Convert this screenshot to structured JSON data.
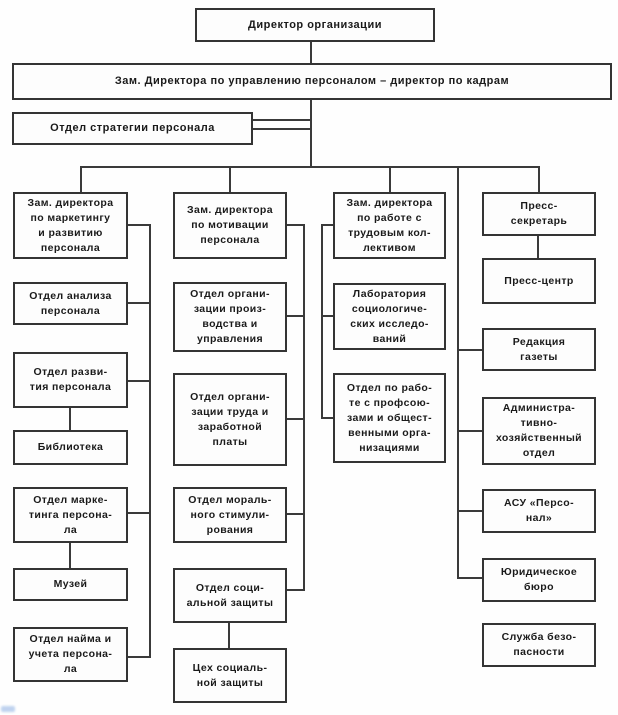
{
  "diagram": {
    "type": "org-chart",
    "language": "ru",
    "line_color": "#3a3a3a",
    "box_border_color": "#343434",
    "background": "#ffffff"
  },
  "nodes": {
    "director": "Директор организации",
    "deputy_hr": "Зам. Директора по управлению персоналом – директор по кадрам",
    "strategy_dept": "Отдел стратегии персонала",
    "marketing_head": [
      "Зам. директора",
      "по маркетингу",
      "и развитию",
      "персонала"
    ],
    "analysis_dept": [
      "Отдел анализа",
      "персонала"
    ],
    "development_dept": [
      "Отдел разви-",
      "тия персонала"
    ],
    "library": "Библиотека",
    "marketing_dept": [
      "Отдел марке-",
      "тинга персона-",
      "ла"
    ],
    "museum": "Музей",
    "hiring_dept": [
      "Отдел найма и",
      "учета персона-",
      "ла"
    ],
    "motivation_head": [
      "Зам. директора",
      "по мотивации",
      "персонала"
    ],
    "org_production_dept": [
      "Отдел органи-",
      "зации произ-",
      "водства и",
      "управления"
    ],
    "org_labor_dept": [
      "Отдел органи-",
      "зации труда и",
      "заработной",
      "платы"
    ],
    "moral_dept": [
      "Отдел мораль-",
      "ного стимули-",
      "рования"
    ],
    "social_dept": [
      "Отдел соци-",
      "альной защиты"
    ],
    "social_shop": [
      "Цех социаль-",
      "ной защиты"
    ],
    "labor_collective_head": [
      "Зам. директора",
      "по работе с",
      "трудовым кол-",
      "лективом"
    ],
    "sociology_lab": [
      "Лаборатория",
      "социологиче-",
      "ских исследо-",
      "ваний"
    ],
    "union_dept": [
      "Отдел по рабо-",
      "те с профсою-",
      "зами и общест-",
      "венными орга-",
      "низациями"
    ],
    "press_secretary": [
      "Пресс-",
      "секретарь"
    ],
    "press_center": "Пресс-центр",
    "newspaper": [
      "Редакция",
      "газеты"
    ],
    "admin_dept": [
      "Администра-",
      "тивно-",
      "хозяйственный",
      "отдел"
    ],
    "asu_personal": [
      "АСУ «Персо-",
      "нал»"
    ],
    "legal_bureau": [
      "Юридическое",
      "бюро"
    ],
    "security_service": [
      "Служба безо-",
      "пасности"
    ]
  }
}
